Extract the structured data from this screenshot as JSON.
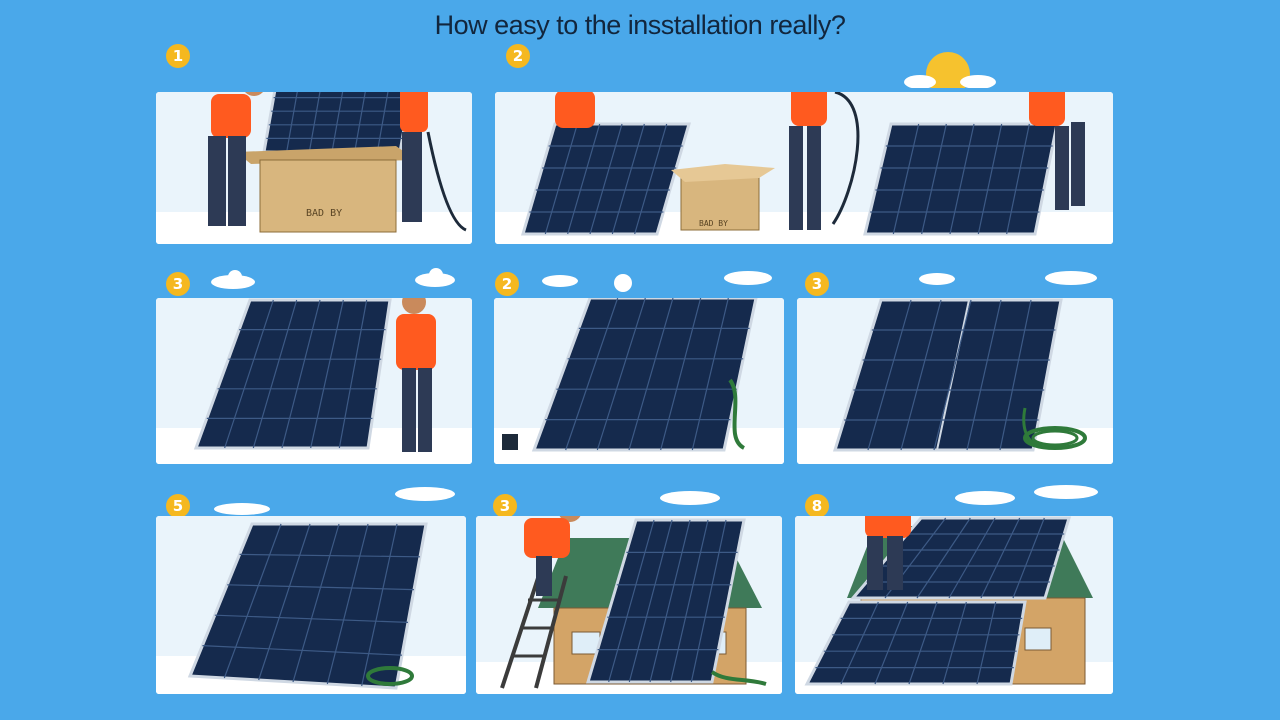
{
  "title": "How easy to the insstallation really?",
  "steps": [
    {
      "number": "1",
      "box_label": "BAD BY"
    },
    {
      "number": "2",
      "box_label": "BAD BY"
    },
    {
      "number": "3"
    },
    {
      "number": "2"
    },
    {
      "number": "3"
    },
    {
      "number": "5"
    },
    {
      "number": "3"
    },
    {
      "number": "8"
    }
  ],
  "colors": {
    "background": "#4aa8ea",
    "panel_dark": "#152a4d",
    "shirt": "#ff5a1f",
    "badge": "#f5b81f",
    "cable": "#2f7a3a"
  }
}
